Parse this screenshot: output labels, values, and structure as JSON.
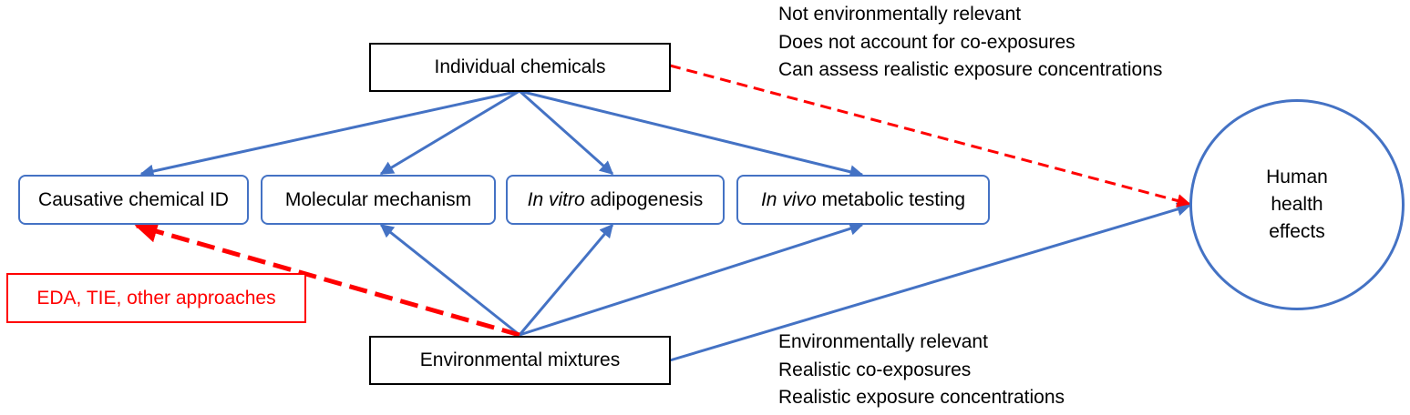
{
  "nodes": {
    "individual_chemicals": "Individual chemicals",
    "environmental_mixtures": "Environmental mixtures",
    "causative_chemical_id": "Causative chemical ID",
    "molecular_mechanism": "Molecular mechanism",
    "in_vitro": {
      "italic": "In vitro",
      "rest": " adipogenesis"
    },
    "in_vivo": {
      "italic": "In vivo",
      "rest": " metabolic testing"
    },
    "eda_label": "EDA, TIE, other approaches",
    "human_health": [
      "Human",
      "health",
      "effects"
    ]
  },
  "notes_individual": [
    "Not environmentally relevant",
    "Does not account for co-exposures",
    "Can assess realistic exposure concentrations"
  ],
  "notes_mixtures": [
    "Environmentally relevant",
    "Realistic co-exposures",
    "Realistic exposure concentrations"
  ],
  "colors": {
    "blue": "#4472c4",
    "red": "#ff0000",
    "black": "#000000"
  }
}
